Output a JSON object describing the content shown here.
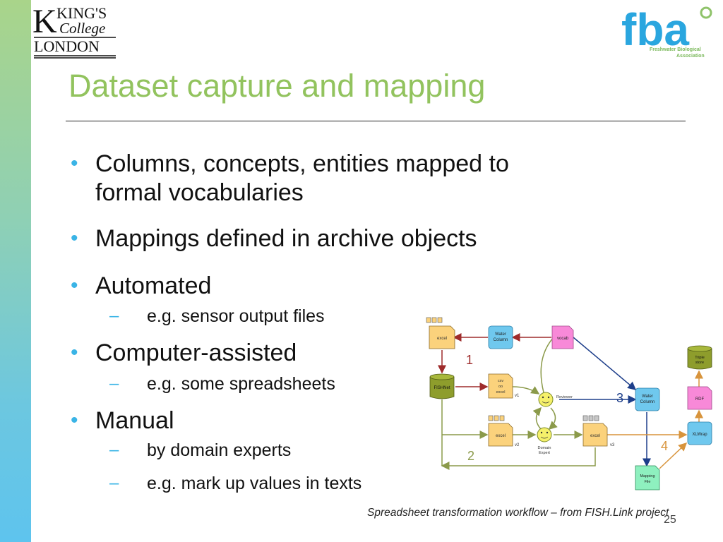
{
  "logos": {
    "kings_line1": "KING'S",
    "kings_line2": "College",
    "kings_line3": "LONDON",
    "fba_text": "fba",
    "fba_subtitle_1": "Freshwater Biological",
    "fba_subtitle_2": "Association"
  },
  "slide": {
    "title": "Dataset capture and mapping",
    "page_number": "25",
    "caption": "Spreadsheet transformation workflow – from FISH.Link project"
  },
  "bullets": [
    {
      "line1": "Columns, concepts, entities mapped to",
      "line2": "formal vocabularies"
    },
    {
      "line1": "Mappings defined in archive objects"
    },
    {
      "line1": "Automated"
    },
    {
      "line1": "Computer-assisted"
    },
    {
      "line1": "Manual"
    }
  ],
  "subbullets": [
    {
      "dash": "–",
      "text": "e.g. sensor output files"
    },
    {
      "dash": "–",
      "text": "e.g. some spreadsheets"
    },
    {
      "dash": "–",
      "text": "by domain experts"
    },
    {
      "dash": "–",
      "text": "e.g. mark up values in texts"
    }
  ],
  "diagram": {
    "nodes": {
      "excel_top": "excel",
      "water_column_1a": "Water",
      "water_column_1b": "Column",
      "vocab": "vocab",
      "fishnet": "FISHNet",
      "csv_1": "csv",
      "csv_2": "oo",
      "csv_3": "excel",
      "reviewer": "Reviewer",
      "excel_v2": "excel",
      "domain_expert_1": "Domain",
      "domain_expert_2": "Expert",
      "excel_v3": "excel",
      "water_column_2a": "Water",
      "water_column_2b": "Column",
      "triple_store_1": "Triple",
      "triple_store_2": "store",
      "rdf": "RDF",
      "xlwrap": "XLWrap",
      "mapping_file_1": "Mapping",
      "mapping_file_2": "File"
    },
    "versions": {
      "v1": "v1",
      "v2": "v2",
      "v3": "v3"
    },
    "steps": {
      "s1": "1",
      "s2": "2",
      "s3": "3",
      "s4": "4"
    },
    "colors": {
      "yellow": "#fbd27c",
      "blue": "#6fc8ee",
      "pink": "#f889d8",
      "olive": "#8e9d2c",
      "green": "#8ef0bf",
      "red_arrow": "#9e2b2b",
      "olive_arrow": "#8b9a4a",
      "navy_arrow": "#1d3e8a",
      "orange_arrow": "#d8943c"
    }
  }
}
